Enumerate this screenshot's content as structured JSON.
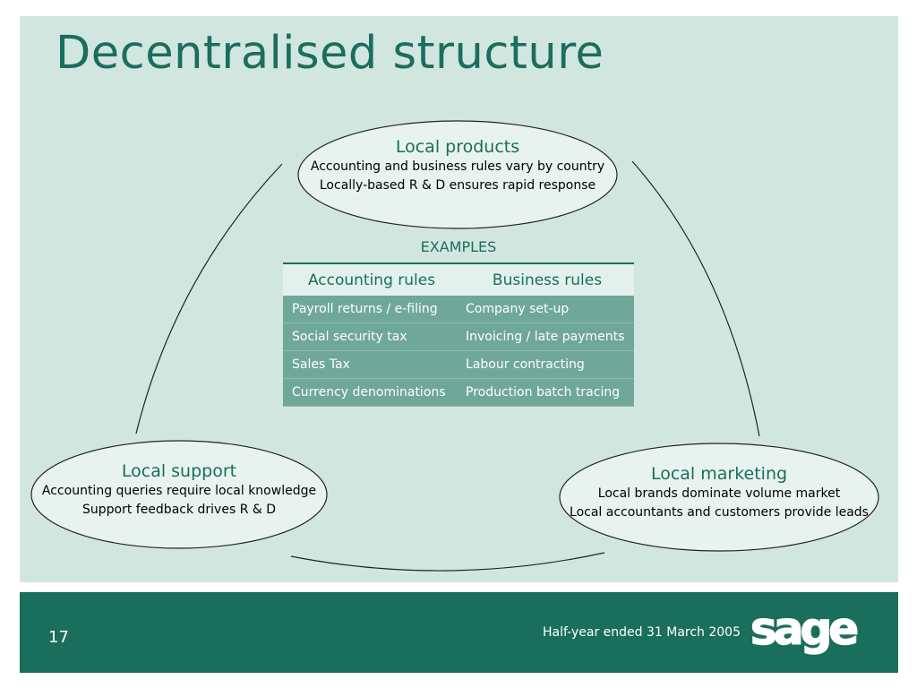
{
  "title": "Decentralised structure",
  "nodes": {
    "products": {
      "heading": "Local products",
      "lines": [
        "Accounting and business rules vary by country",
        "Locally-based R & D ensures rapid response"
      ]
    },
    "support": {
      "heading": "Local support",
      "lines": [
        "Accounting queries require local knowledge",
        "Support feedback drives R & D"
      ]
    },
    "marketing": {
      "heading": "Local marketing",
      "lines": [
        "Local brands dominate volume market",
        "Local accountants and customers provide leads"
      ]
    }
  },
  "examples": {
    "label": "EXAMPLES",
    "headers": [
      "Accounting rules",
      "Business rules"
    ],
    "rows": [
      [
        "Payroll returns / e-filing",
        "Company set-up"
      ],
      [
        "Social security tax",
        "Invoicing  / late payments"
      ],
      [
        "Sales Tax",
        "Labour contracting"
      ],
      [
        "Currency denominations",
        "Production batch tracing"
      ]
    ]
  },
  "footer": {
    "slide_number": "17",
    "caption": "Half-year ended 31 March 2005",
    "logo_text": "sage"
  },
  "colors": {
    "panel": "#d2e6e0",
    "accent": "#1a6e5c",
    "table_body": "#6fa898",
    "table_header": "#e3f1ed",
    "ellipse_fill": "#e8f3ef"
  }
}
